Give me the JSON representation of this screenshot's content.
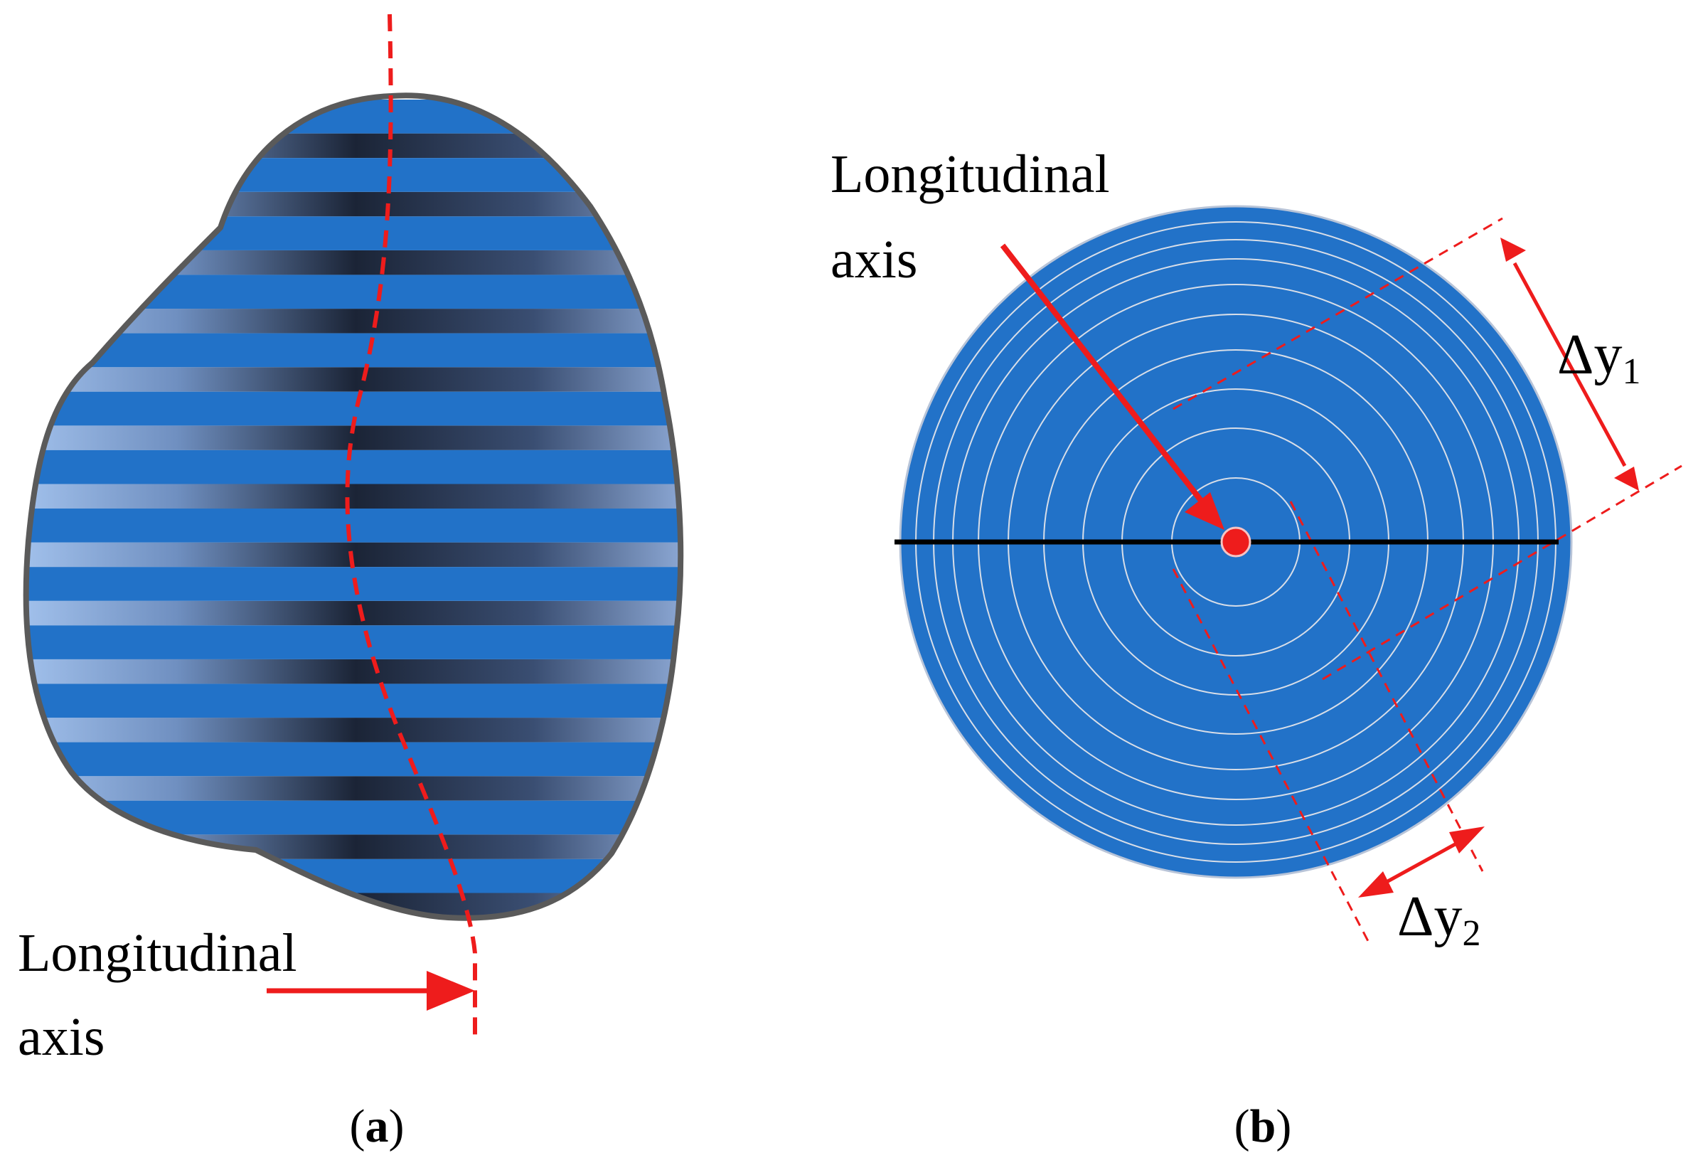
{
  "panel_a": {
    "axis_label_line1": "Longitudinal",
    "axis_label_line2": "axis",
    "caption_open": "(",
    "caption_letter": "a",
    "caption_close": ")",
    "slice_count": 14
  },
  "panel_b": {
    "axis_label_line1": "Longitudinal",
    "axis_label_line2": "axis",
    "delta1_symbol": "Δy",
    "delta1_sub": "1",
    "delta2_symbol": "Δy",
    "delta2_sub": "2",
    "caption_open": "(",
    "caption_letter": "b",
    "caption_close": ")",
    "ring_count": 9
  },
  "colors": {
    "slice_blue": "#2272c8",
    "outline": "#5a5a5a",
    "axis_red": "#ee1c1c",
    "ring": "#d8dee8",
    "black": "#000000"
  }
}
